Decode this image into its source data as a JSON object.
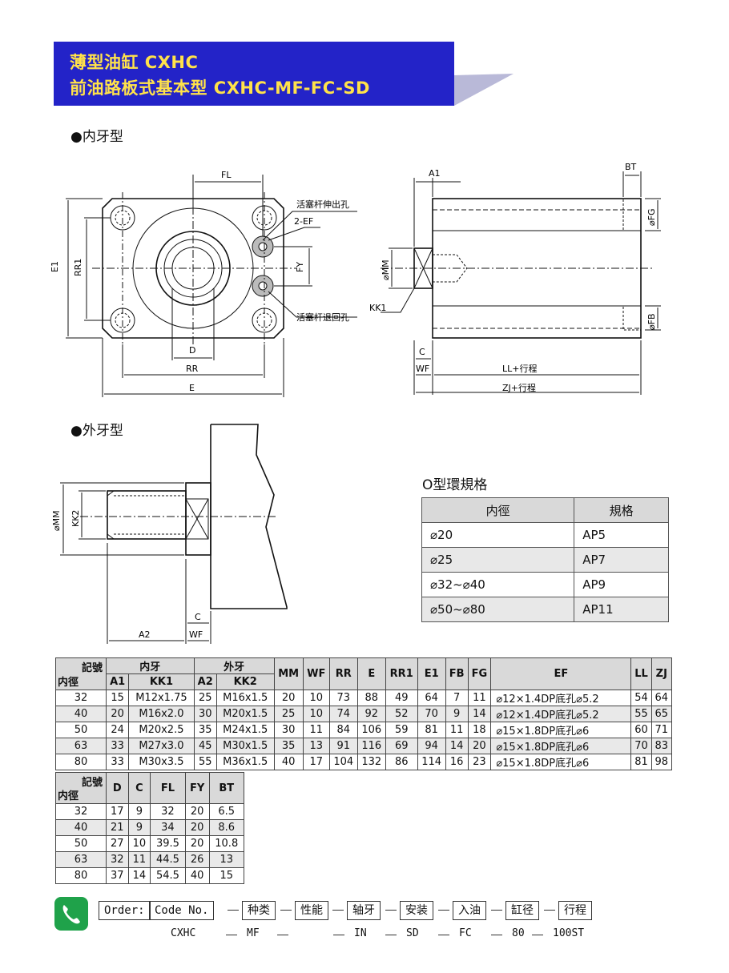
{
  "header": {
    "title_line1": "薄型油缸  CXHC",
    "title_line2": "前油路板式基本型  CXHC-MF-FC-SD",
    "bg_color": "#2323c8",
    "text_color": "#ffe24a"
  },
  "sections": {
    "internal_thread": "●内牙型",
    "external_thread": "●外牙型"
  },
  "front_view": {
    "labels": {
      "FL": "FL",
      "rod_out": "活塞杆伸出孔",
      "ef": "2-EF",
      "E1": "E1",
      "RR1": "RR1",
      "FY": "FY",
      "rod_return": "活塞杆退回孔",
      "D": "D",
      "RR": "RR",
      "E": "E"
    }
  },
  "side_view": {
    "labels": {
      "A1": "A1",
      "BT": "BT",
      "FG": "⌀FG",
      "MM": "⌀MM",
      "KK1": "KK1",
      "FB": "⌀FB",
      "C": "C",
      "WF": "WF",
      "LL": "LL+行程",
      "ZJ": "ZJ+行程"
    }
  },
  "external_view": {
    "labels": {
      "MM": "⌀MM",
      "KK2": "KK2",
      "C": "C",
      "A2": "A2",
      "WF": "WF"
    }
  },
  "oring": {
    "title": "O型環規格",
    "headers": [
      "内徑",
      "規格"
    ],
    "rows": [
      [
        "⌀20",
        "AP5"
      ],
      [
        "⌀25",
        "AP7"
      ],
      [
        "⌀32~⌀40",
        "AP9"
      ],
      [
        "⌀50~⌀80",
        "AP11"
      ]
    ]
  },
  "spec_table": {
    "corner_top": "記號",
    "corner_bottom": "内徑",
    "group_internal": "内牙",
    "group_external": "外牙",
    "headers": [
      "A1",
      "KK1",
      "A2",
      "KK2",
      "MM",
      "WF",
      "RR",
      "E",
      "RR1",
      "E1",
      "FB",
      "FG",
      "EF",
      "LL",
      "ZJ"
    ],
    "rows": [
      [
        "32",
        "15",
        "M12x1.75",
        "25",
        "M16x1.5",
        "20",
        "10",
        "73",
        "88",
        "49",
        "64",
        "7",
        "11",
        "⌀12×1.4DP底孔⌀5.2",
        "54",
        "64"
      ],
      [
        "40",
        "20",
        "M16x2.0",
        "30",
        "M20x1.5",
        "25",
        "10",
        "74",
        "92",
        "52",
        "70",
        "9",
        "14",
        "⌀12×1.4DP底孔⌀5.2",
        "55",
        "65"
      ],
      [
        "50",
        "24",
        "M20x2.5",
        "35",
        "M24x1.5",
        "30",
        "11",
        "84",
        "106",
        "59",
        "81",
        "11",
        "18",
        "⌀15×1.8DP底孔⌀6",
        "60",
        "71"
      ],
      [
        "63",
        "33",
        "M27x3.0",
        "45",
        "M30x1.5",
        "35",
        "13",
        "91",
        "116",
        "69",
        "94",
        "14",
        "20",
        "⌀15×1.8DP底孔⌀6",
        "70",
        "83"
      ],
      [
        "80",
        "33",
        "M30x3.5",
        "55",
        "M36x1.5",
        "40",
        "17",
        "104",
        "132",
        "86",
        "114",
        "16",
        "23",
        "⌀15×1.8DP底孔⌀6",
        "81",
        "98"
      ]
    ]
  },
  "small_table": {
    "corner_top": "記號",
    "corner_bottom": "内徑",
    "headers": [
      "D",
      "C",
      "FL",
      "FY",
      "BT"
    ],
    "rows": [
      [
        "32",
        "17",
        "9",
        "32",
        "20",
        "6.5"
      ],
      [
        "40",
        "21",
        "9",
        "34",
        "20",
        "8.6"
      ],
      [
        "50",
        "27",
        "10",
        "39.5",
        "20",
        "10.8"
      ],
      [
        "63",
        "32",
        "11",
        "44.5",
        "26",
        "13"
      ],
      [
        "80",
        "37",
        "14",
        "54.5",
        "40",
        "15"
      ]
    ]
  },
  "order": {
    "order_label": "Order:",
    "code_label": "Code No.",
    "fields": [
      "种类",
      "性能",
      "轴牙",
      "安装",
      "入油",
      "缸径",
      "行程"
    ],
    "codes": [
      "CXHC",
      "MF",
      "",
      "IN",
      "SD",
      "FC",
      "80",
      "100ST"
    ],
    "phone_icon": "phone-icon",
    "phone_color": "#1fa24a"
  }
}
